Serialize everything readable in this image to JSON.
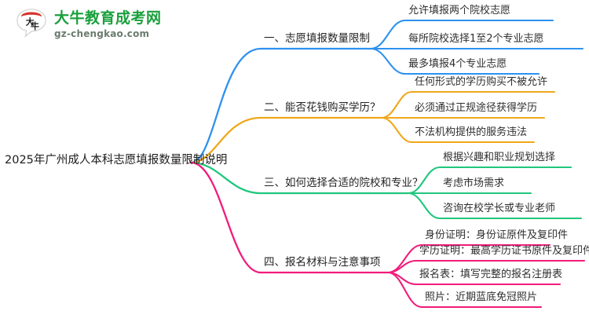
{
  "logo": {
    "mark_text": "大牛",
    "title": "大牛教育成考网",
    "subtitle": "gz-chengkao.com",
    "brand_green": "#1a9f3c",
    "brand_red": "#d8342c"
  },
  "mindmap": {
    "root": {
      "label": "2025年广州成人本科志愿填报数量限制说明"
    },
    "branches": [
      {
        "label": "一、志愿填报数量限制",
        "color": "#2D91F0",
        "children": [
          {
            "label": "允许填报两个院校志愿"
          },
          {
            "label": "每所院校选择1至2个专业志愿"
          },
          {
            "label": "最多填报4个专业志愿"
          }
        ]
      },
      {
        "label": "二、能否花钱购买学历？",
        "color": "#EFA81C",
        "children": [
          {
            "label": "任何形式的学历购买不被允许"
          },
          {
            "label": "必须通过正规途径获得学历"
          },
          {
            "label": "不法机构提供的服务违法"
          }
        ]
      },
      {
        "label": "三、如何选择合适的院校和专业？",
        "color": "#20C77D",
        "children": [
          {
            "label": "根据兴趣和职业规划选择"
          },
          {
            "label": "考虑市场需求"
          },
          {
            "label": "咨询在校学长或专业老师"
          }
        ]
      },
      {
        "label": "四、报名材料与注意事项",
        "color": "#F21B7C",
        "children": [
          {
            "label": "身份证明：身份证原件及复印件"
          },
          {
            "label": "学历证明：最高学历证书原件及复印件"
          },
          {
            "label": "报名表：填写完整的报名注册表"
          },
          {
            "label": "照片：近期蓝底免冠照片"
          }
        ]
      }
    ]
  }
}
